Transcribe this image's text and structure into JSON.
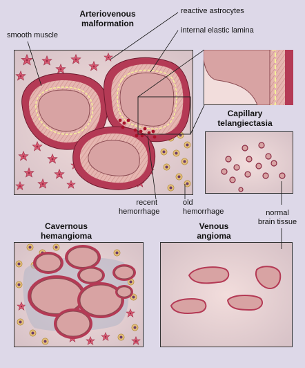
{
  "titles": {
    "avm": [
      "Arteriovenous",
      "malformation"
    ],
    "capillary": [
      "Capillary",
      "telangiectasia"
    ],
    "cavernous": [
      "Cavernous",
      "hemangioma"
    ],
    "venous": [
      "Venous",
      "angioma"
    ]
  },
  "labels": {
    "smooth_muscle": "smooth muscle",
    "reactive_astrocytes": "reactive astrocytes",
    "internal_elastic_lamina": "internal elastic lamina",
    "recent_hemorrhage": [
      "recent",
      "hemorrhage"
    ],
    "old_hemorrhage": [
      "old",
      "hemorrhage"
    ],
    "normal_brain_tissue": [
      "normal",
      "brain tissue"
    ]
  },
  "colors": {
    "background": "#ddd8e8",
    "tissue": "#f2dde0",
    "vessel_wall_dark": "#b43a55",
    "vessel_lumen": "#d8a3a3",
    "elastic_lamina": "#f4ee9a",
    "astrocyte": "#d85a72",
    "hemosiderin": "#e6c07a",
    "red_cells": "#a8122a"
  }
}
